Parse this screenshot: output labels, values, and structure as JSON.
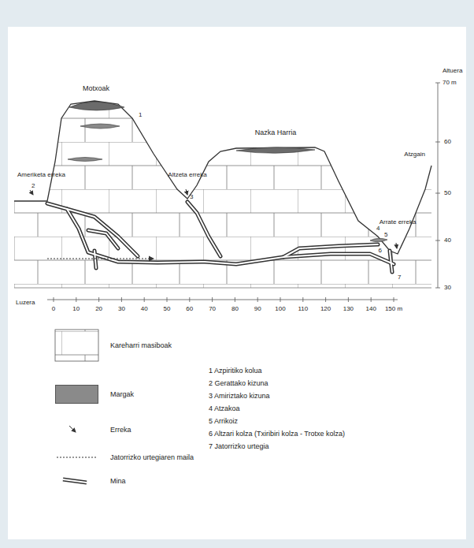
{
  "diagram": {
    "labels": [
      "Altuera",
      "70 m",
      "60",
      "50",
      "40",
      "30",
      "Ameriketa erreka",
      "Motxoak",
      "Nazka Harria",
      "Altzeta erreka",
      "Arrate erreka",
      "Atzgain",
      "1",
      "2",
      "3",
      "4",
      "5",
      "6",
      "7",
      "Luzera",
      "0",
      "10",
      "20",
      "30",
      "40",
      "50",
      "60",
      "70",
      "80",
      "90",
      "100",
      "110",
      "120",
      "130",
      "140",
      "150 m",
      "1 Azpiritiko kolua",
      "2 Gerattako kizuna",
      "3 Amiriztako kizuna",
      "4 Atzakoa",
      "5 Arrikoiz",
      "6 Altzari kolza (Txiribiri kolza - Trotxe kolza)",
      "7 Jatorrizko urtegia"
    ],
    "legend": [
      {
        "text": "Kareharri masiboak"
      },
      {
        "text": "Margak",
        "color": "#8a8a8a"
      },
      {
        "text": "Erreka"
      },
      {
        "text": "Jatorrizko urtegiaren maila"
      },
      {
        "text": "Mina"
      }
    ]
  }
}
